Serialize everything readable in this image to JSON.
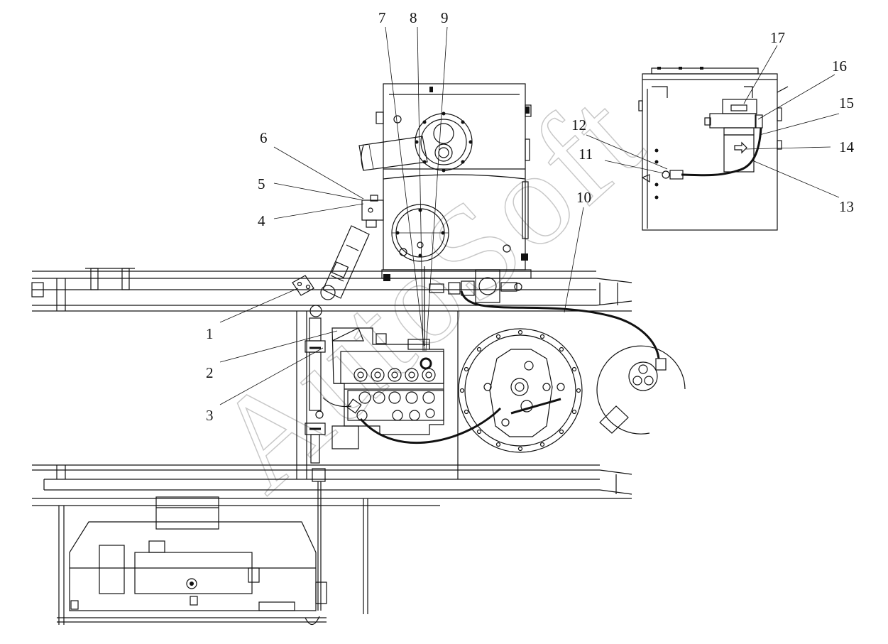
{
  "watermark": "AutoSoft",
  "callouts": [
    "1",
    "2",
    "3",
    "4",
    "5",
    "6",
    "7",
    "8",
    "9",
    "10",
    "11",
    "12",
    "13",
    "14",
    "15",
    "16",
    "17"
  ],
  "colors": {
    "ink": "#111111",
    "background": "#ffffff",
    "watermark": "#d9d9d9"
  }
}
